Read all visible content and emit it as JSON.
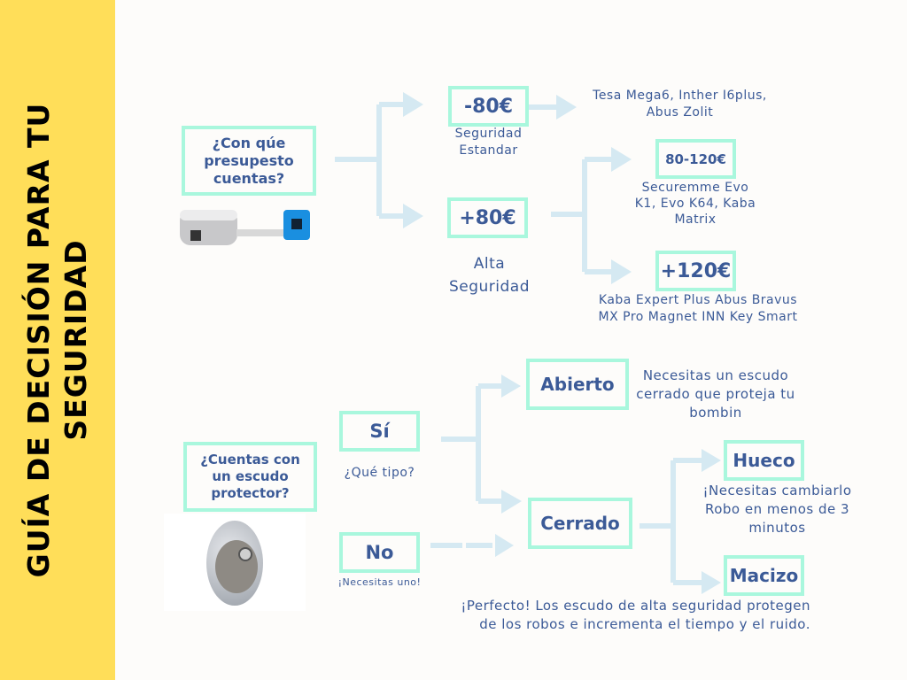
{
  "sidebar": {
    "title": "GUÍA DE DECISIÓN PARA TU SEGURIDAD"
  },
  "budget": {
    "question": "¿Con qúe presupesto cuentas?",
    "low": {
      "label": "-80€",
      "caption": "Seguridad Estandar",
      "models": "Tesa Mega6, Inther I6plus, Abus Zolit"
    },
    "high": {
      "label": "+80€",
      "caption": "Alta Seguridad"
    },
    "mid_range": {
      "label": "80-120€",
      "models": "Securemme Evo K1, Evo K64, Kaba Matrix"
    },
    "top_range": {
      "label": "+120€",
      "models": "Kaba Expert Plus Abus Bravus MX Pro Magnet INN Key Smart"
    }
  },
  "shield": {
    "question": "¿Cuentas con un escudo protector?",
    "yes": {
      "label": "Sí",
      "caption": "¿Qué tipo?"
    },
    "no": {
      "label": "No",
      "caption": "¡Necesitas uno!"
    },
    "open": {
      "label": "Abierto",
      "note": "Necesitas un escudo cerrado que proteja tu bombin"
    },
    "closed": {
      "label": "Cerrado"
    },
    "hollow": {
      "label": "Hueco",
      "note": "¡Necesitas cambiarlo Robo en menos de 3 minutos"
    },
    "solid": {
      "label": "Macizo",
      "note": "¡Perfecto! Los escudo de alta seguridad protegen de los robos e incrementa el tiempo y el ruido."
    }
  },
  "colors": {
    "sidebar": "#ffde59",
    "box_border": "#a9f7dd",
    "arrow": "#d5e9f2",
    "text": "#3b5a97"
  }
}
